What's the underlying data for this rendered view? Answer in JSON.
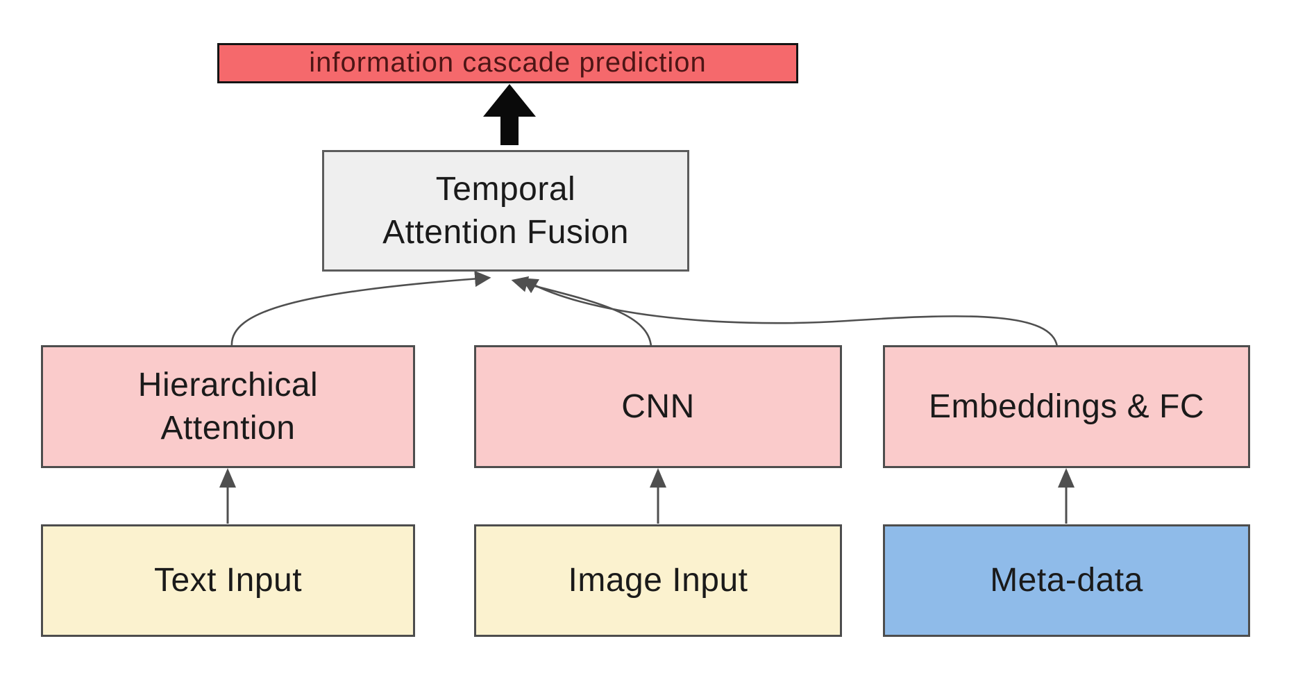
{
  "diagram": {
    "type": "architecture-flow-diagram",
    "nodes": {
      "output": {
        "label": "information cascade prediction",
        "fill": "#F5696C",
        "border": "#141414",
        "text_color": "#4D1515",
        "role": "prediction output"
      },
      "fusion": {
        "label_line1": "Temporal",
        "label_line2": "Attention Fusion",
        "fill": "#EFEFEF",
        "border": "#5C5C5C",
        "text_color": "#1A1A1A",
        "role": "fusion layer"
      },
      "text_encoder": {
        "label_line1": "Hierarchical",
        "label_line2": "Attention",
        "fill": "#FACBCB",
        "border": "#4D4D4D",
        "text_color": "#1A1A1A",
        "role": "text encoder"
      },
      "image_encoder": {
        "label": "CNN",
        "fill": "#FACBCB",
        "border": "#4D4D4D",
        "text_color": "#1A1A1A",
        "role": "image encoder"
      },
      "meta_encoder": {
        "label": "Embeddings & FC",
        "fill": "#FACBCB",
        "border": "#4D4D4D",
        "text_color": "#1A1A1A",
        "role": "meta-data encoder"
      },
      "text_input": {
        "label": "Text Input",
        "fill": "#FBF2CF",
        "border": "#4D4D4D",
        "text_color": "#1A1A1A",
        "role": "input"
      },
      "image_input": {
        "label": "Image Input",
        "fill": "#FBF2CF",
        "border": "#4D4D4D",
        "text_color": "#1A1A1A",
        "role": "input"
      },
      "meta_input": {
        "label": "Meta-data",
        "fill": "#8FBBE9",
        "border": "#4D4D4D",
        "text_color": "#1A1A1A",
        "role": "input"
      }
    },
    "edges": [
      {
        "from": "Temporal Attention Fusion",
        "to": "information cascade prediction",
        "style": "thick-black-arrow"
      },
      {
        "from": "Hierarchical Attention",
        "to": "Temporal Attention Fusion",
        "style": "curved-gray-arrow"
      },
      {
        "from": "CNN",
        "to": "Temporal Attention Fusion",
        "style": "curved-gray-arrow"
      },
      {
        "from": "Embeddings & FC",
        "to": "Temporal Attention Fusion",
        "style": "curved-gray-arrow"
      },
      {
        "from": "Text Input",
        "to": "Hierarchical Attention",
        "style": "straight-gray-arrow"
      },
      {
        "from": "Image Input",
        "to": "CNN",
        "style": "straight-gray-arrow"
      },
      {
        "from": "Meta-data",
        "to": "Embeddings & FC",
        "style": "straight-gray-arrow"
      }
    ],
    "colors": {
      "arrow_gray": "#4F4F4F",
      "arrow_black": "#0A0A0A",
      "background": "#FFFFFF"
    }
  }
}
